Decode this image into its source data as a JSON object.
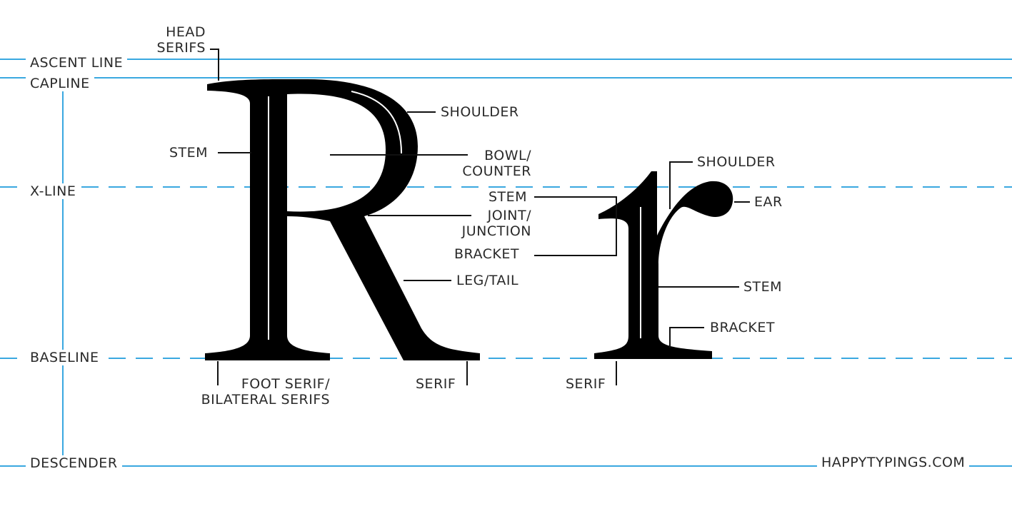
{
  "colors": {
    "guide_line": "#3aa8e0",
    "leader_line": "#111111",
    "glyph_fill": "#000000",
    "label_text": "#2a2a2a"
  },
  "guides": {
    "ascent": "ASCENT LINE",
    "capline": "CAPLINE",
    "xline": "X-LINE",
    "baseline": "BASELINE",
    "descender": "DESCENDER"
  },
  "labels": {
    "head_serifs": [
      "HEAD",
      "SERIFS"
    ],
    "stem_R": "STEM",
    "shoulder_R": "SHOULDER",
    "bowl_counter": [
      "BOWL/",
      "COUNTER"
    ],
    "joint_junction": [
      "JOINT/",
      "JUNCTION"
    ],
    "leg_tail": "LEG/TAIL",
    "foot_serif": [
      "FOOT SERIF/",
      "BILATERAL SERIFS"
    ],
    "serif_R": "SERIF",
    "shoulder_r": "SHOULDER",
    "ear": "EAR",
    "stem_r_top": "STEM",
    "bracket_r_top": "BRACKET",
    "stem_r": "STEM",
    "bracket_r": "BRACKET",
    "serif_r": "SERIF"
  },
  "credit": "HAPPYTYPINGS.COM"
}
